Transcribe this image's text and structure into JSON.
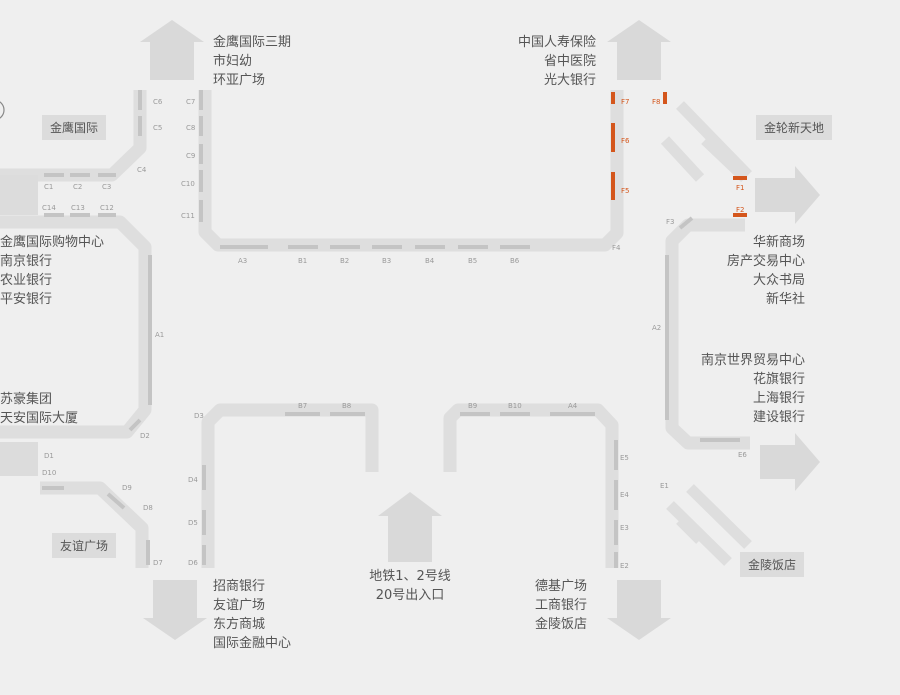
{
  "areas": {
    "north_west": [
      "金鹰国际三期",
      "市妇幼",
      "环亚广场"
    ],
    "north_east": [
      "中国人寿保险",
      "省中医院",
      "光大银行"
    ],
    "west_upper": [
      "金鹰国际购物中心",
      "南京银行",
      "农业银行",
      "平安银行"
    ],
    "west_lower": [
      "苏豪集团",
      "天安国际大厦"
    ],
    "east_upper": [
      "华新商场",
      "房产交易中心",
      "大众书局",
      "新华社"
    ],
    "east_lower": [
      "南京世界贸易中心",
      "花旗银行",
      "上海银行",
      "建设银行"
    ],
    "south_west": [
      "招商银行",
      "友谊广场",
      "东方商城",
      "国际金融中心"
    ],
    "south_center": [
      "地铁1、2号线",
      "20号出入口"
    ],
    "south_east": [
      "德基广场",
      "工商银行",
      "金陵饭店"
    ]
  },
  "boxes": {
    "jinying": "金鹰国际",
    "jinlun": "金轮新天地",
    "youyi": "友谊广场",
    "jinling": "金陵饭店"
  },
  "gates": {
    "c1": "C1",
    "c2": "C2",
    "c3": "C3",
    "c4": "C4",
    "c5": "C5",
    "c6": "C6",
    "c7": "C7",
    "c8": "C8",
    "c9": "C9",
    "c10": "C10",
    "c11": "C11",
    "c12": "C12",
    "c13": "C13",
    "c14": "C14",
    "a1": "A1",
    "a2": "A2",
    "a3": "A3",
    "a4": "A4",
    "b1": "B1",
    "b2": "B2",
    "b3": "B3",
    "b4": "B4",
    "b5": "B5",
    "b6": "B6",
    "b7": "B7",
    "b8": "B8",
    "b9": "B9",
    "b10": "B10",
    "d1": "D1",
    "d2": "D2",
    "d3": "D3",
    "d4": "D4",
    "d5": "D5",
    "d6": "D6",
    "d7": "D7",
    "d8": "D8",
    "d9": "D9",
    "d10": "D10",
    "e1": "E1",
    "e2": "E2",
    "e3": "E3",
    "e4": "E4",
    "e5": "E5",
    "e6": "E6",
    "f1": "F1",
    "f2": "F2",
    "f3": "F3",
    "f4": "F4",
    "f5": "F5",
    "f6": "F6",
    "f7": "F7",
    "f8": "F8"
  },
  "colors": {
    "background": "#efefef",
    "corridor": "#dedede",
    "gate_bar": "#c4c4c4",
    "highlight_gate": "#d4561c",
    "arrow": "#d9d9d9"
  }
}
